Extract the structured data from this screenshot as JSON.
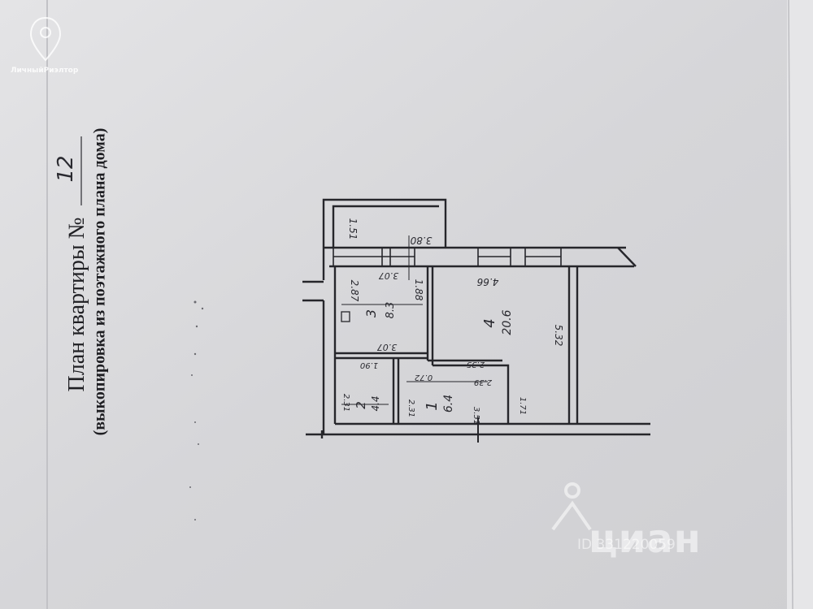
{
  "document": {
    "title": "План квартиры №",
    "apartment_number": "12",
    "subtitle": "(выкопировка из поэтажного плана дома)"
  },
  "watermarks": {
    "agency": "ЛичныйРиэлтор",
    "cian": "циан",
    "listing_id": "ID 331220059"
  },
  "plan": {
    "rooms": [
      {
        "number": "1",
        "area": "6.4"
      },
      {
        "number": "2",
        "area": "4.4"
      },
      {
        "number": "3",
        "area": "8.3"
      },
      {
        "number": "4",
        "area": "20.6"
      }
    ],
    "dimensions": {
      "balcony_width": "1.51",
      "balcony_length": "3.80",
      "room3_top": "3.07",
      "room3_side": "2.87",
      "room3_side_right": "1.88",
      "room3_bottom": "3.07",
      "room4_top": "4.66",
      "room4_length": "5.32",
      "room2_top": "1.90",
      "room2_left": "2.31",
      "room2_right": "2.31",
      "hall_top": "0.72",
      "hall_right": "2.39",
      "hall_inner": "2.35",
      "hall_bottom": "3.51",
      "room4_step": "1.71"
    }
  }
}
